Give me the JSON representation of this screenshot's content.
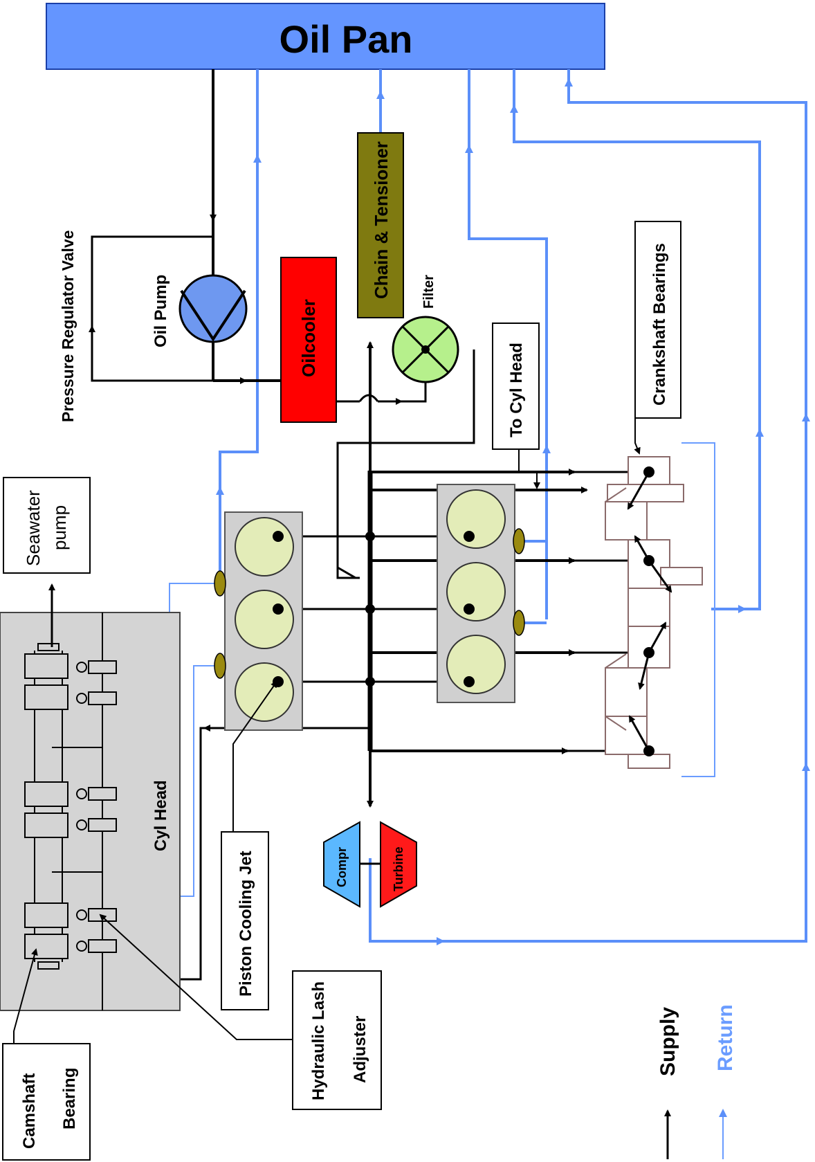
{
  "colors": {
    "supply": "#000000",
    "return": "#5b8ff9",
    "oil_pan": "#6495ff",
    "oilcooler": "#ff0000",
    "chain": "#7f7a10",
    "filter": "#b6f08c",
    "engine_block": "#d0d0d0",
    "cylinder": "#e3ecb8",
    "compressor": "#5bb8ff",
    "turbine": "#ff1a1a",
    "jet": "#9a8a10"
  },
  "labels": {
    "oil_pan": "Oil Pan",
    "pressure_regulator_valve": "Pressure Regulator Valve",
    "oil_pump": "Oil Pump",
    "oilcooler": "Oilcooler",
    "chain_tensioner": "Chain & Tensioner",
    "filter": "Filter",
    "to_cyl_head": "To Cyl Head",
    "crankshaft_bearings": "Crankshaft Bearings",
    "seawater_pump_line1": "Seawater",
    "seawater_pump_line2": "pump",
    "cyl_head": "Cyl Head",
    "piston_cooling_jet": "Piston Cooling Jet",
    "hydraulic_lash_line1": "Hydraulic Lash",
    "hydraulic_lash_line2": "Adjuster",
    "camshaft_line1": "Camshaft",
    "camshaft_line2": "Bearing",
    "compr": "Compr",
    "turbine": "Turbine"
  },
  "legend": {
    "supply": "Supply",
    "return": "Return"
  }
}
